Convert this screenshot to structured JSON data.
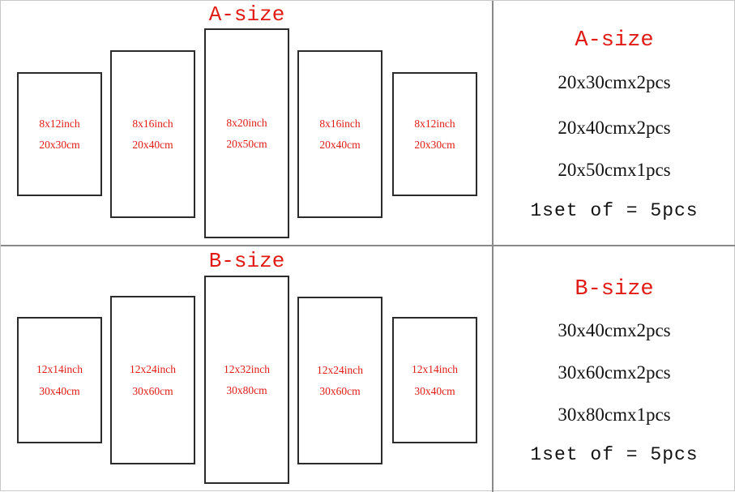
{
  "colors": {
    "label_red": "#e11b14",
    "frame_stroke": "#2b2b2b",
    "divider": "#8a8a8a",
    "background": "#ffffff",
    "spec_text": "#121212"
  },
  "sections": [
    {
      "key": "a",
      "title": "A-size",
      "panels": [
        {
          "inch": "8x12inch",
          "cm": "20x30cm"
        },
        {
          "inch": "8x16inch",
          "cm": "20x40cm"
        },
        {
          "inch": "8x20inch",
          "cm": "20x50cm"
        },
        {
          "inch": "8x16inch",
          "cm": "20x40cm"
        },
        {
          "inch": "8x12inch",
          "cm": "20x30cm"
        }
      ],
      "specs": {
        "title": "A-size",
        "lines": [
          "20x30cmx2pcs",
          "20x40cmx2pcs",
          "20x50cmx1pcs"
        ],
        "total": "1set of = 5pcs"
      }
    },
    {
      "key": "b",
      "title": "B-size",
      "panels": [
        {
          "inch": "12x14inch",
          "cm": "30x40cm"
        },
        {
          "inch": "12x24inch",
          "cm": "30x60cm"
        },
        {
          "inch": "12x32inch",
          "cm": "30x80cm"
        },
        {
          "inch": "12x24inch",
          "cm": "30x60cm"
        },
        {
          "inch": "12x14inch",
          "cm": "30x40cm"
        }
      ],
      "specs": {
        "title": "B-size",
        "lines": [
          "30x40cmx2pcs",
          "30x60cmx2pcs",
          "30x80cmx1pcs"
        ],
        "total": "1set of = 5pcs"
      }
    }
  ]
}
